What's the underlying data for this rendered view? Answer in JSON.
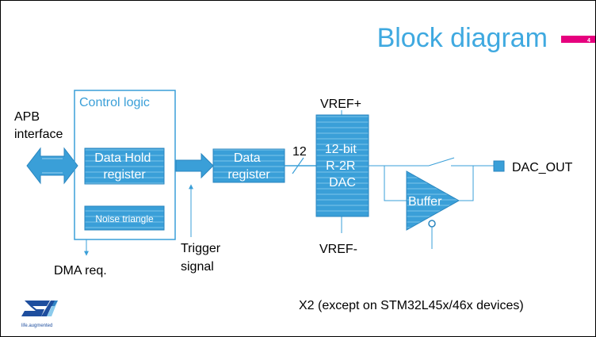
{
  "slide": {
    "title": "Block diagram",
    "page_number": "4",
    "footnote": "X2 (except on STM32L45x/46x devices)",
    "logo_tagline": "life.augmented"
  },
  "diagram": {
    "apb_interface": [
      "APB",
      "interface"
    ],
    "control_logic": "Control logic",
    "data_hold_register": [
      "Data Hold",
      "register"
    ],
    "noise_triangle": "Noise triangle",
    "dma_request": "DMA req.",
    "trigger_signal": [
      "Trigger",
      "signal"
    ],
    "data_register": [
      "Data",
      "register"
    ],
    "bus_width": "12",
    "vref_plus": "VREF+",
    "vref_minus": "VREF-",
    "dac_block": [
      "12-bit",
      "R-2R",
      "DAC"
    ],
    "buffer": "Buffer",
    "dac_output": "DAC_OUT"
  },
  "colors": {
    "accent_blue": "#3a9fd8",
    "title_blue": "#3fa9e0",
    "magenta": "#e6007e",
    "logo_blue": "#1e4e9e"
  }
}
